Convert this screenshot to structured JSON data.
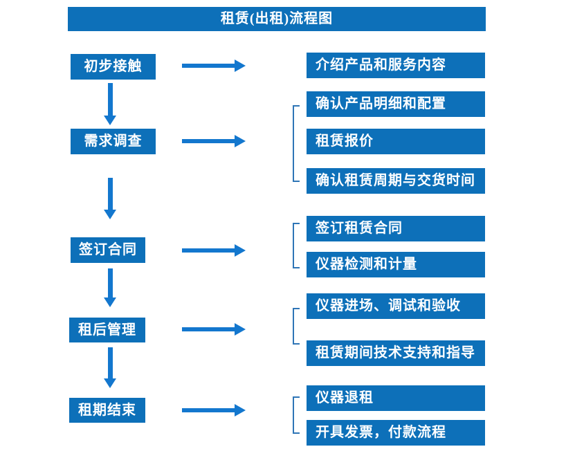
{
  "title": "租赁(出租)流程图",
  "diagram_type": "flowchart",
  "colors": {
    "box-blue": "#0d70b9",
    "arrow-blue": "#1377ce",
    "bracket-blue": "#2e75b6",
    "text-white": "#ffffff",
    "background": "#ffffff"
  },
  "flow": {
    "steps": [
      {
        "label": "初步接触",
        "details": [
          "介绍产品和服务内容"
        ]
      },
      {
        "label": "需求调查",
        "details": [
          "确认产品明细和配置",
          "租赁报价",
          "确认租赁周期与交货时间"
        ]
      },
      {
        "label": "签订合同",
        "details": [
          "签订租赁合同",
          "仪器检测和计量"
        ]
      },
      {
        "label": "租后管理",
        "details": [
          "仪器进场、调试和验收",
          "租赁期间技术支持和指导"
        ]
      },
      {
        "label": "租期结束",
        "details": [
          "仪器退租",
          "开具发票，付款流程"
        ]
      }
    ]
  }
}
